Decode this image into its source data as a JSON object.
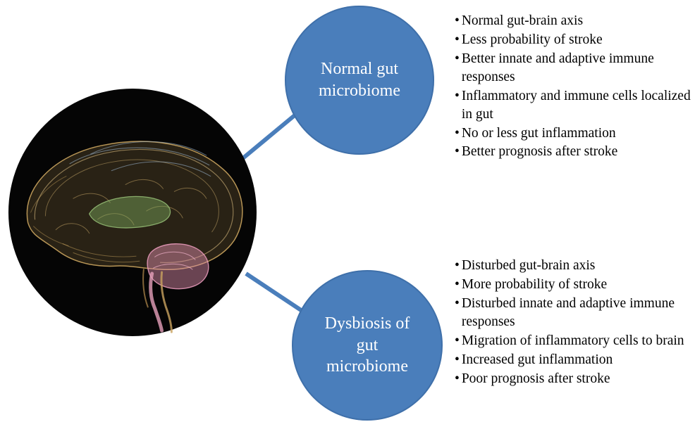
{
  "figure": {
    "accent_color": "#4a7ebb",
    "bullet_char": "•"
  },
  "nodes": [
    {
      "label_lines": [
        "Normal gut",
        "microbiome"
      ],
      "bullets": [
        "Normal gut-brain axis",
        "Less probability of stroke",
        "Better innate and adaptive immune responses",
        "Inflammatory and immune cells localized in gut",
        "No or less gut inflammation",
        "Better prognosis after stroke"
      ]
    },
    {
      "label_lines": [
        "Dysbiosis of",
        "gut",
        "microbiome"
      ],
      "bullets": [
        "Disturbed gut-brain axis",
        "More probability of stroke",
        "Disturbed innate and adaptive immune responses",
        "Migration of inflammatory cells to brain",
        "Increased gut inflammation",
        "Poor prognosis after stroke"
      ]
    }
  ]
}
